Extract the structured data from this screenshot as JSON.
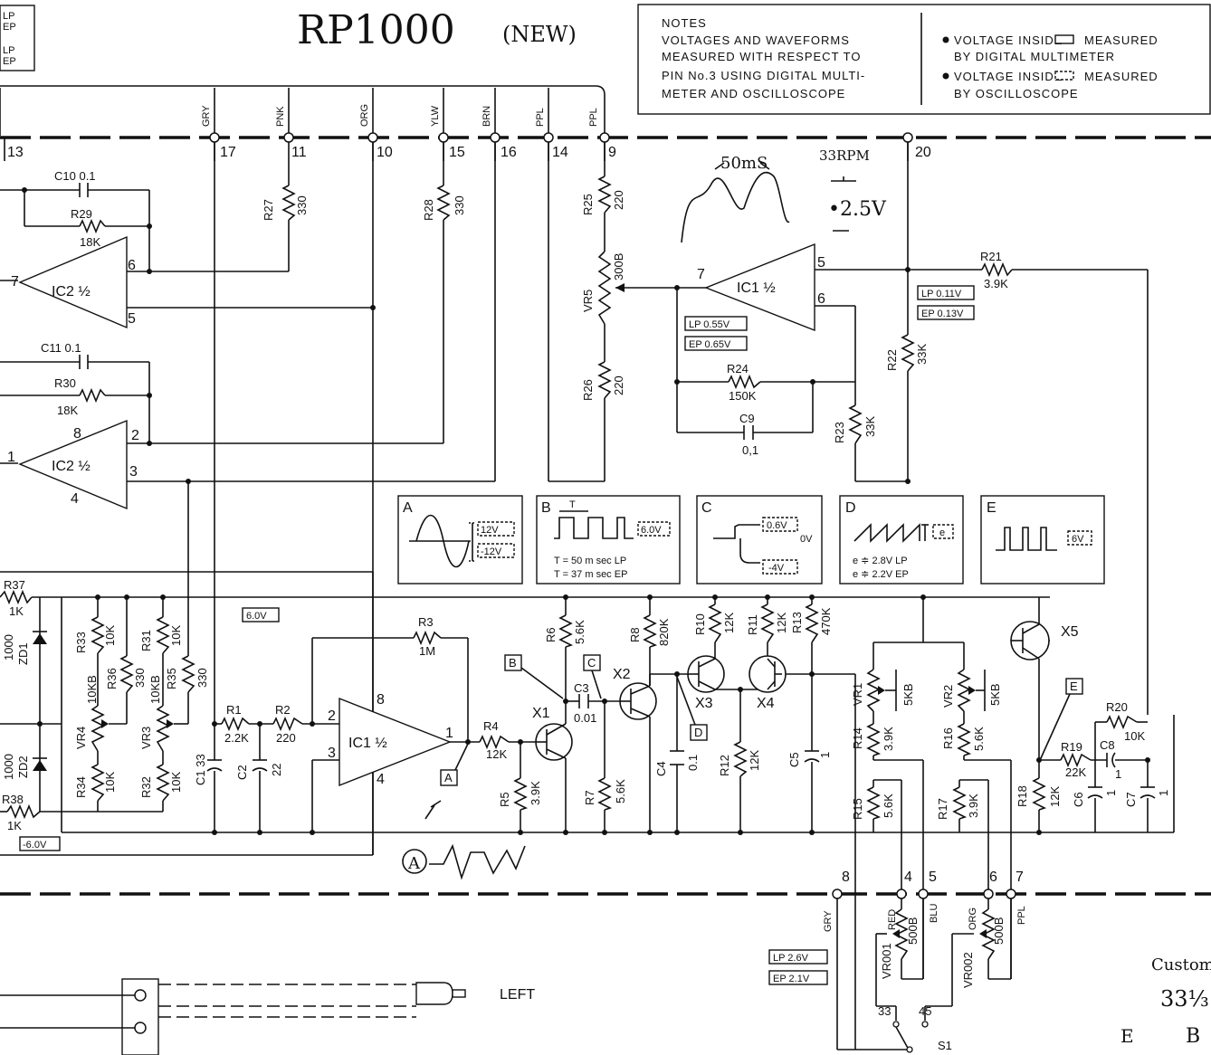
{
  "title_hand": "RP1000",
  "title_note": "(NEW)",
  "corner_labels": [
    "LP",
    "EP",
    "LP",
    "EP"
  ],
  "notes": {
    "heading": "NOTES",
    "lines": [
      "VOLTAGES AND WAVEFORMS",
      "MEASURED WITH RESPECT TO",
      "PIN No.3 USING DIGITAL MULTI-",
      "METER AND OSCILLOSCOPE"
    ],
    "bullet1a": "VOLTAGE INSIDE",
    "bullet1b": "MEASURED",
    "bullet1c": "BY DIGITAL MULTIMETER",
    "bullet2a": "VOLTAGE INSIDE",
    "bullet2b": "MEASURED",
    "bullet2c": "BY OSCILLOSCOPE"
  },
  "wire_colors": [
    "GRY",
    "PNK",
    "ORG",
    "YLW",
    "BRN",
    "PPL",
    "PPL"
  ],
  "top_pins": [
    "13",
    "17",
    "11",
    "10",
    "15",
    "16",
    "14",
    "9",
    "20"
  ],
  "bottom_pins": [
    "8",
    "4",
    "5",
    "6",
    "7"
  ],
  "bottom_wires": [
    "GRY",
    "RED",
    "BLU",
    "ORG",
    "PPL"
  ],
  "components": {
    "c10": "C10 0.1",
    "r29": "R29",
    "r29v": "18K",
    "c11": "C11 0.1",
    "r30": "R30",
    "r30v": "18K",
    "r27": "R27",
    "r27v": "330",
    "r28": "R28",
    "r28v": "330",
    "r25": "R25",
    "r25v": "220",
    "vr5": "VR5",
    "vr5v": "300B",
    "r26": "R26",
    "r26v": "220",
    "r21": "R21",
    "r21v": "3.9K",
    "r22": "R22",
    "r22v": "33K",
    "r23": "R23",
    "r23v": "33K",
    "r24": "R24",
    "r24v": "150K",
    "c9": "C9",
    "c9v": "0,1",
    "ic2a": "IC2 ½",
    "ic2b": "IC2 ½",
    "ic1a": "IC1 ½",
    "ic1b": "IC1 ½",
    "r37": "R37",
    "r37v": "1K",
    "r38": "R38",
    "r38v": "1K",
    "zd1": "ZD1",
    "zd2": "ZD2",
    "r33": "R33",
    "r33v": "10K",
    "r36": "R36",
    "r36v": "330",
    "vr4": "VR4",
    "vr4v": "10KB",
    "r34": "R34",
    "r34v": "10K",
    "r31": "R31",
    "r31v": "10K",
    "r35": "R35",
    "r35v": "330",
    "vr3": "VR3",
    "vr3v": "10KB",
    "r32": "R32",
    "r32v": "10K",
    "c1": "C1 33",
    "c2": "C2",
    "c2v": "22",
    "r1": "R1",
    "r1v": "2.2K",
    "r2": "R2",
    "r2v": "220",
    "r3": "R3",
    "r3v": "1M",
    "r4": "R4",
    "r4v": "12K",
    "r5": "R5",
    "r5v": "3.9K",
    "r6": "R6",
    "r6v": "5.6K",
    "r7": "R7",
    "r7v": "5.6K",
    "c3": "C3",
    "c3v": "0.01",
    "x1": "X1",
    "x2": "X2",
    "x3": "X3",
    "x4": "X4",
    "x5": "X5",
    "r8": "R8",
    "r8v": "820K",
    "c4": "C4",
    "c4v": "0.1",
    "r10": "R10",
    "r10v": "12K",
    "r11": "R11",
    "r11v": "12K",
    "r12": "R12",
    "r12v": "12K",
    "r13": "R13",
    "r13v": "470K",
    "c5": "C5",
    "c5v": "1",
    "vr1": "VR1",
    "vr1v": "5KB",
    "vr2": "VR2",
    "vr2v": "5KB",
    "r14": "R14",
    "r14v": "3.9K",
    "r16": "R16",
    "r16v": "5.6K",
    "r15": "R15",
    "r15v": "5.6K",
    "r17": "R17",
    "r17v": "3.9K",
    "r18": "R18",
    "r18v": "12K",
    "r19": "R19",
    "r19v": "22K",
    "r20": "R20",
    "r20v": "10K",
    "c6": "C6",
    "c6v": "1",
    "c7": "C7",
    "c7v": "1",
    "c8": "C8",
    "c8v": "1",
    "vr001": "VR001",
    "vr001v": "500B",
    "vr002": "VR002",
    "vr002v": "500B",
    "s1": "S1",
    "s1a": "33",
    "s1b": "45"
  },
  "voltages": {
    "v6": "6.0V",
    "vneg6": "-6.0V",
    "lp055": "LP 0.55V",
    "ep065": "EP 0.65V",
    "lp011": "LP 0.11V",
    "ep013": "EP 0.13V",
    "lp26": "LP 2.6V",
    "ep21": "EP 2.1V"
  },
  "side_numbers": [
    "1000",
    "1000"
  ],
  "waveforms": {
    "a_label": "A",
    "a_v1": "12V",
    "a_v2": "-12V",
    "b_label": "B",
    "b_t": "T",
    "b_v": "6.0V",
    "b_l1": "T = 50 m sec   LP",
    "b_l2": "T = 37 m sec   EP",
    "c_label": "C",
    "c_v1": "0.6V",
    "c_v0": "0V",
    "c_v2": "-4V",
    "d_label": "D",
    "d_e": "e",
    "d_l1": "e ≑ 2.8V   LP",
    "d_l2": "e ≑ 2.2V   EP",
    "e_label": "E",
    "e_v": "6V"
  },
  "test_points": [
    "A",
    "B",
    "C",
    "D",
    "E"
  ],
  "handwritten": {
    "ms": "50mS",
    "rpm": "33RPM",
    "volts": "•2.5V",
    "circle_a": "A"
  },
  "output": {
    "left": "LEFT"
  },
  "side_handwriting": [
    "Custom",
    "33⅓",
    "E",
    "B"
  ]
}
